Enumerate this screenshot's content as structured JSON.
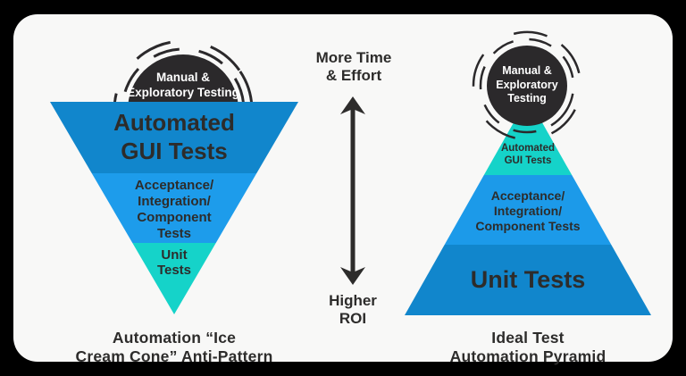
{
  "palette": {
    "outer_background": "#000000",
    "card_background": "#f8f8f7",
    "dark_circle": "#2b292b",
    "blue_dark": "#1186cc",
    "blue_bright": "#1d9ceb",
    "teal": "#15d3c9",
    "text_dark": "#2d2c2b",
    "text_light": "#ffffff"
  },
  "left_diagram": {
    "bubble": {
      "line1": "Manual &",
      "line2": "Exploratory Testing"
    },
    "band1": {
      "line1": "Automated",
      "line2": "GUI Tests"
    },
    "band2": {
      "line1": "Acceptance/",
      "line2": "Integration/",
      "line3": "Component",
      "line4": "Tests"
    },
    "band3": {
      "line1": "Unit",
      "line2": "Tests"
    },
    "caption": {
      "line1": "Automation “Ice",
      "line2": "Cream Cone” Anti-Pattern"
    }
  },
  "middle": {
    "top_label": {
      "line1": "More Time",
      "line2": "& Effort"
    },
    "bottom_label": {
      "line1": "Higher",
      "line2": "ROI"
    }
  },
  "right_diagram": {
    "bubble": {
      "line1": "Manual &",
      "line2": "Exploratory",
      "line3": "Testing"
    },
    "band1": {
      "line1": "Automated",
      "line2": "GUI Tests"
    },
    "band2": {
      "line1": "Acceptance/",
      "line2": "Integration/",
      "line3": "Component Tests"
    },
    "band3": {
      "label": "Unit Tests"
    },
    "caption": {
      "line1": "Ideal Test",
      "line2": "Automation Pyramid"
    }
  }
}
